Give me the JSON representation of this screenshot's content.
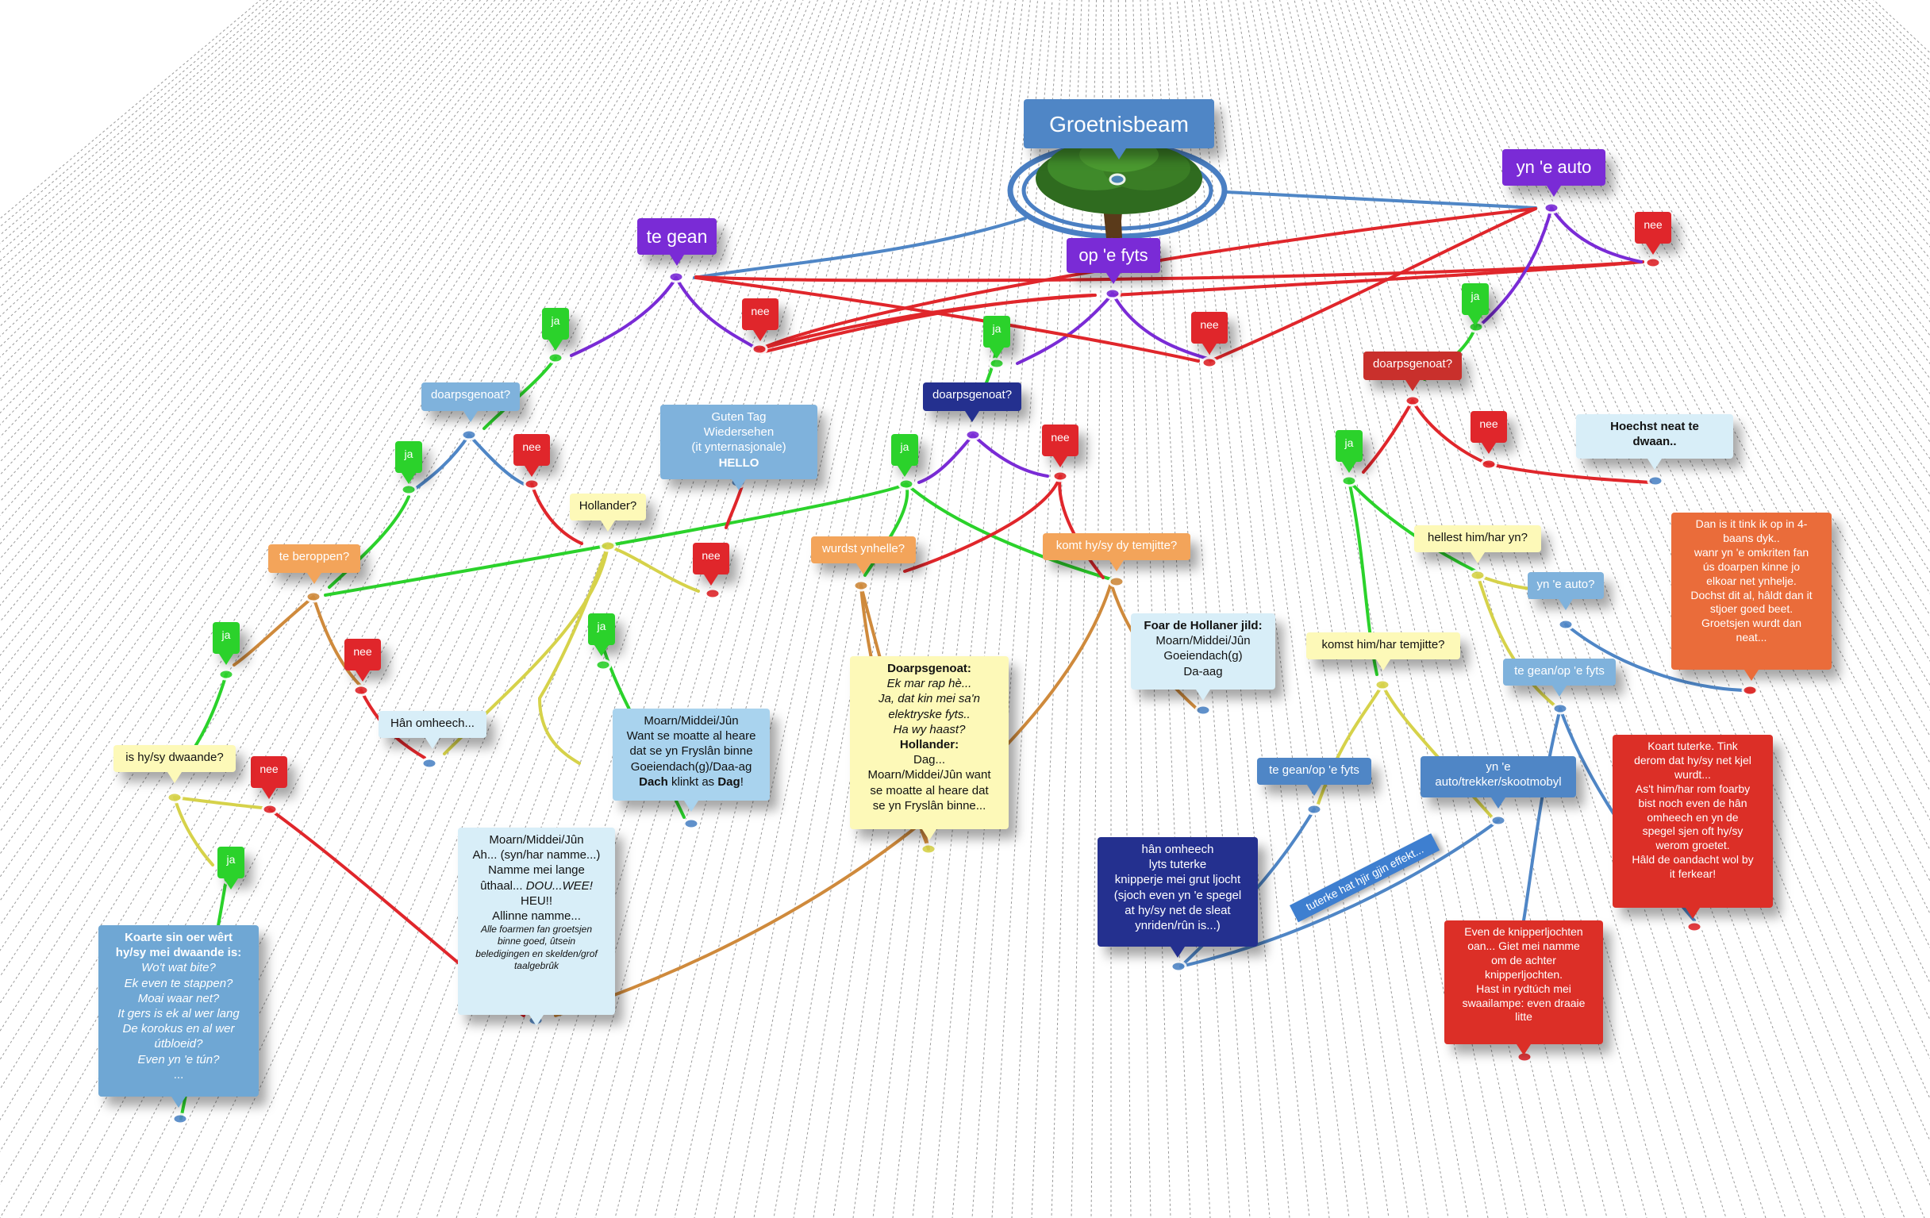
{
  "root": {
    "title": "Groetnisbeam",
    "icon": "tree-icon"
  },
  "colors": {
    "purple": "#7a2bd6",
    "green": "#2bd22b",
    "red": "#e0262b",
    "blue": "#4f86c6",
    "yellow": "#d6d24a",
    "orange": "#cf8a3c"
  },
  "nodes": {
    "te_gean": "te gean",
    "op_e_fyts": "op 'e fyts",
    "yn_e_auto": "yn 'e auto",
    "ja": "ja",
    "nee": "nee",
    "doarpsgenoat": "doarpsgenoat?",
    "hollander": "Hollander?",
    "te_beroppen": "te beroppen?",
    "is_dwaande": "is hy/sy dwaande?",
    "han_omheech_q": "Hân omheech...",
    "wurdst_ynhelle": "wurdst ynhelle?",
    "komt_tem": "komt hy/sy dy temjitte?",
    "hellest": "hellest him/har yn?",
    "yn_e_auto_q": "yn 'e auto?",
    "te_gean_op_fyts": "te gean/op 'e fyts",
    "komst_tem": "komst him/har temjitte?",
    "te_gean_op_fyts2": "te gean/op 'e fyts",
    "yn_e_auto_trekker": [
      "yn 'e",
      "auto/trekker/skootmobyl"
    ],
    "hoechst_neat": [
      "Hoechst neat te",
      "dwaan.."
    ],
    "guten_tag": [
      "Guten Tag",
      "Wiedersehen",
      "(it ynternasjonale)",
      "HELLO"
    ],
    "moarn_fryslan": [
      "Moarn/Middei/Jûn",
      "Want se moatte al heare",
      "dat se yn Fryslân binne",
      "Goeiendach(g)/Daa-ag",
      "Dach",
      " klinkt as ",
      "Dag",
      "!"
    ],
    "foar_hollander": [
      "Foar de Hollaner jild:",
      "Moarn/Middei/Jûn",
      "Goeiendach(g)",
      "Da-aag"
    ],
    "doarpsgenoat_hollander": [
      "Doarpsgenoat:",
      "Ek mar rap hè...",
      "Ja, dat kin mei sa'n",
      "elektryske fyts..",
      "Ha wy haast?",
      "Hollander:",
      "Dag...",
      "Moarn/Middei/Jûn want",
      "se moatte al heare dat",
      "se yn Fryslân binne..."
    ],
    "koarte_sin": [
      "Koarte sin oer wêrt",
      "hy/sy mei dwaande is:",
      "Wo't wat bite?",
      "Ek even te stappen?",
      "Moai waar net?",
      "It gers is ek al wer lang",
      "De korokus en al wer",
      "útbloeid?",
      "Even yn 'e tún?",
      "..."
    ],
    "moarn_ah": [
      "Moarn/Middei/Jûn",
      "Ah... (syn/har namme...)",
      "Namme mei lange",
      "ûthaal... ",
      "DOU...WEE!",
      "HEU!!",
      "Allinne namme...",
      "Alle foarmen fan groetsjen",
      "binne goed, ûtsein",
      "beledigingen en skelden/grof",
      "taalgebrûk"
    ],
    "han_omheech_lyts": [
      "hân omheech",
      "lyts tuterke",
      "knipperje mei grut ljocht",
      "(sjoch even yn 'e spegel",
      "at hy/sy net de sleat",
      "ynriden/rûn is...)"
    ],
    "dan_is_it": [
      "Dan is it tink ik op in 4-",
      "baans dyk..",
      "wanr yn 'e omkriten fan",
      "ús doarpen kinne jo",
      "elkoar net ynhelje.",
      "Dochst dit al, hâldt dan it",
      "stjoer goed beet.",
      "Groetsjen wurdt dan",
      "neat..."
    ],
    "koart_tuterke": [
      "Koart tuterke. Tink",
      "derom dat hy/sy net kjel",
      "wurdt...",
      "As't him/har rom foarby",
      "bist noch even de hân",
      "omheech en yn de",
      "spegel sjen oft hy/sy",
      "werom groetet.",
      "Hâld de oandacht wol by",
      "it ferkear!"
    ],
    "even_knipper": [
      "Even de knipperljochten",
      "oan... Giet mei namme",
      "om de achter",
      "knipperljochten.",
      "Hast in rydtúch mei",
      "swaailampe: even draaie",
      "litte"
    ],
    "tuterke_label": "tuterke hat hjir gjin effekt..."
  }
}
